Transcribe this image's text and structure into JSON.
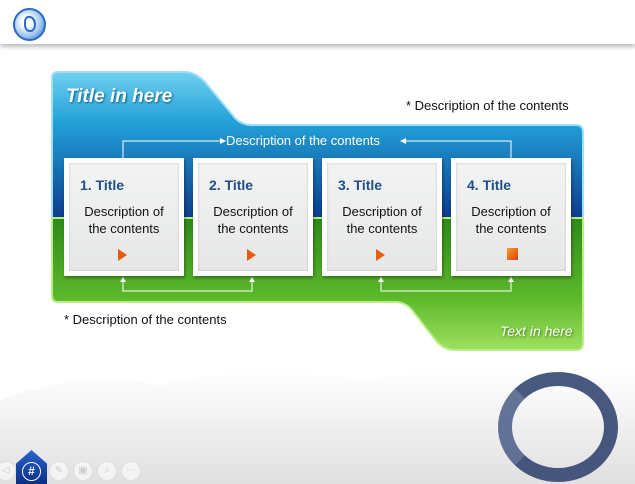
{
  "slide": {
    "title": "Title in here",
    "footer_text": "Text in here",
    "desc_top_right": "* Description of the contents",
    "desc_middle": "Description of the contents",
    "desc_bottom_left": "* Description of the contents",
    "cards": [
      {
        "title": "1. Title",
        "desc1": "Description of",
        "desc2": "the contents",
        "icon": "play-icon"
      },
      {
        "title": "2. Title",
        "desc1": "Description of",
        "desc2": "the contents",
        "icon": "play-icon"
      },
      {
        "title": "3. Title",
        "desc1": "Description of",
        "desc2": "the contents",
        "icon": "play-icon"
      },
      {
        "title": "4. Title",
        "desc1": "Description of",
        "desc2": "the contents",
        "icon": "stop-icon"
      }
    ]
  },
  "nav": {
    "home_label": "#"
  },
  "colors": {
    "blue": "#1a78c2",
    "green": "#5cb82a",
    "title": "#1f4e8c"
  }
}
